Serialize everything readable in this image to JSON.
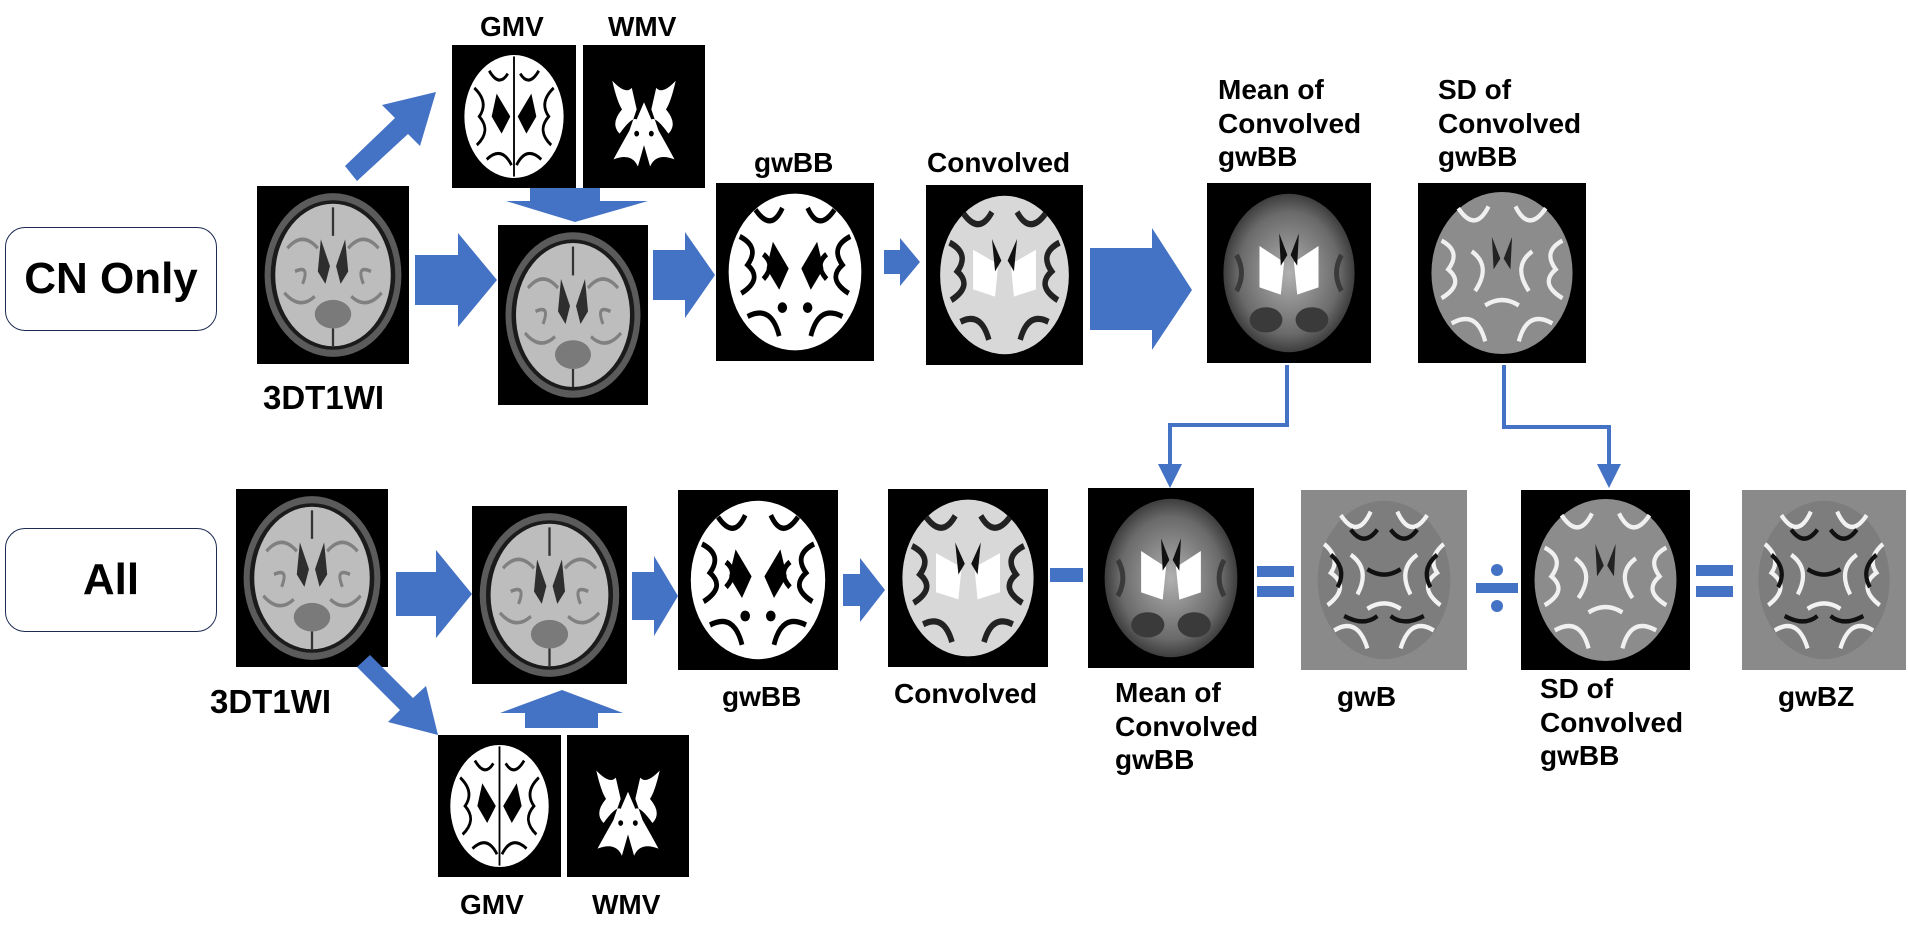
{
  "row_labels": {
    "top": "CN Only",
    "bottom": "All"
  },
  "top_row": {
    "input_label": "3DT1WI",
    "gmv_label": "GMV",
    "wmv_label": "WMV",
    "gwbb_label": "gwBB",
    "convolved_label": "Convolved",
    "mean_label": [
      "Mean of",
      "Convolved",
      "gwBB"
    ],
    "sd_label": [
      "SD of",
      "Convolved",
      "gwBB"
    ]
  },
  "bottom_row": {
    "input_label": "3DT1WI",
    "gmv_label": "GMV",
    "wmv_label": "WMV",
    "gwbb_label": "gwBB",
    "convolved_label": "Convolved",
    "mean_label": [
      "Mean of",
      "Convolved",
      "gwBB"
    ],
    "gwb_label": "gwB",
    "sd_label": [
      "SD of",
      "Convolved",
      "gwBB"
    ],
    "gwbz_label": "gwBZ"
  },
  "operators": {
    "minus": "−",
    "equals1": "=",
    "divide": "÷",
    "equals2": "="
  },
  "colors": {
    "arrow": "#4472c4",
    "box_border": "#1c2a52",
    "image_bg": "#000000",
    "z_bg": "#8a8a8a"
  }
}
